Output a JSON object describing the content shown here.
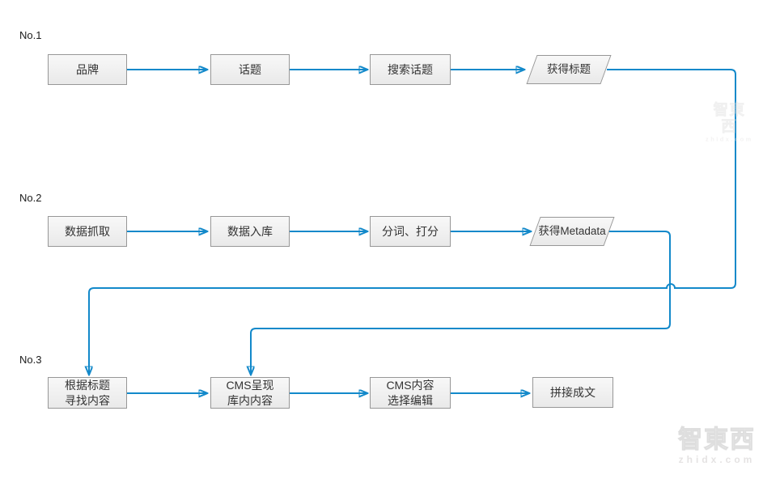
{
  "diagram": {
    "accent_color": "#1389ca",
    "node_border_color": "#979797",
    "node_fill_color": "#efefef",
    "rows": [
      {
        "label": "No.1",
        "nodes": [
          {
            "text": "品牌",
            "shape": "rect"
          },
          {
            "text": "话题",
            "shape": "rect"
          },
          {
            "text": "搜索话题",
            "shape": "rect"
          },
          {
            "text": "获得标题",
            "shape": "parallelogram"
          }
        ]
      },
      {
        "label": "No.2",
        "nodes": [
          {
            "text": "数据抓取",
            "shape": "rect"
          },
          {
            "text": "数据入库",
            "shape": "rect"
          },
          {
            "text": "分词、打分",
            "shape": "rect"
          },
          {
            "text": "获得Metadata",
            "shape": "parallelogram"
          }
        ]
      },
      {
        "label": "No.3",
        "nodes": [
          {
            "text": "根据标题\n寻找内容",
            "shape": "rect"
          },
          {
            "text": "CMS呈现\n库内内容",
            "shape": "rect"
          },
          {
            "text": "CMS内容\n选择编辑",
            "shape": "rect"
          },
          {
            "text": "拼接成文",
            "shape": "rect"
          }
        ]
      }
    ]
  },
  "watermark": {
    "logo": "智東西",
    "site": "zhidx.com"
  }
}
